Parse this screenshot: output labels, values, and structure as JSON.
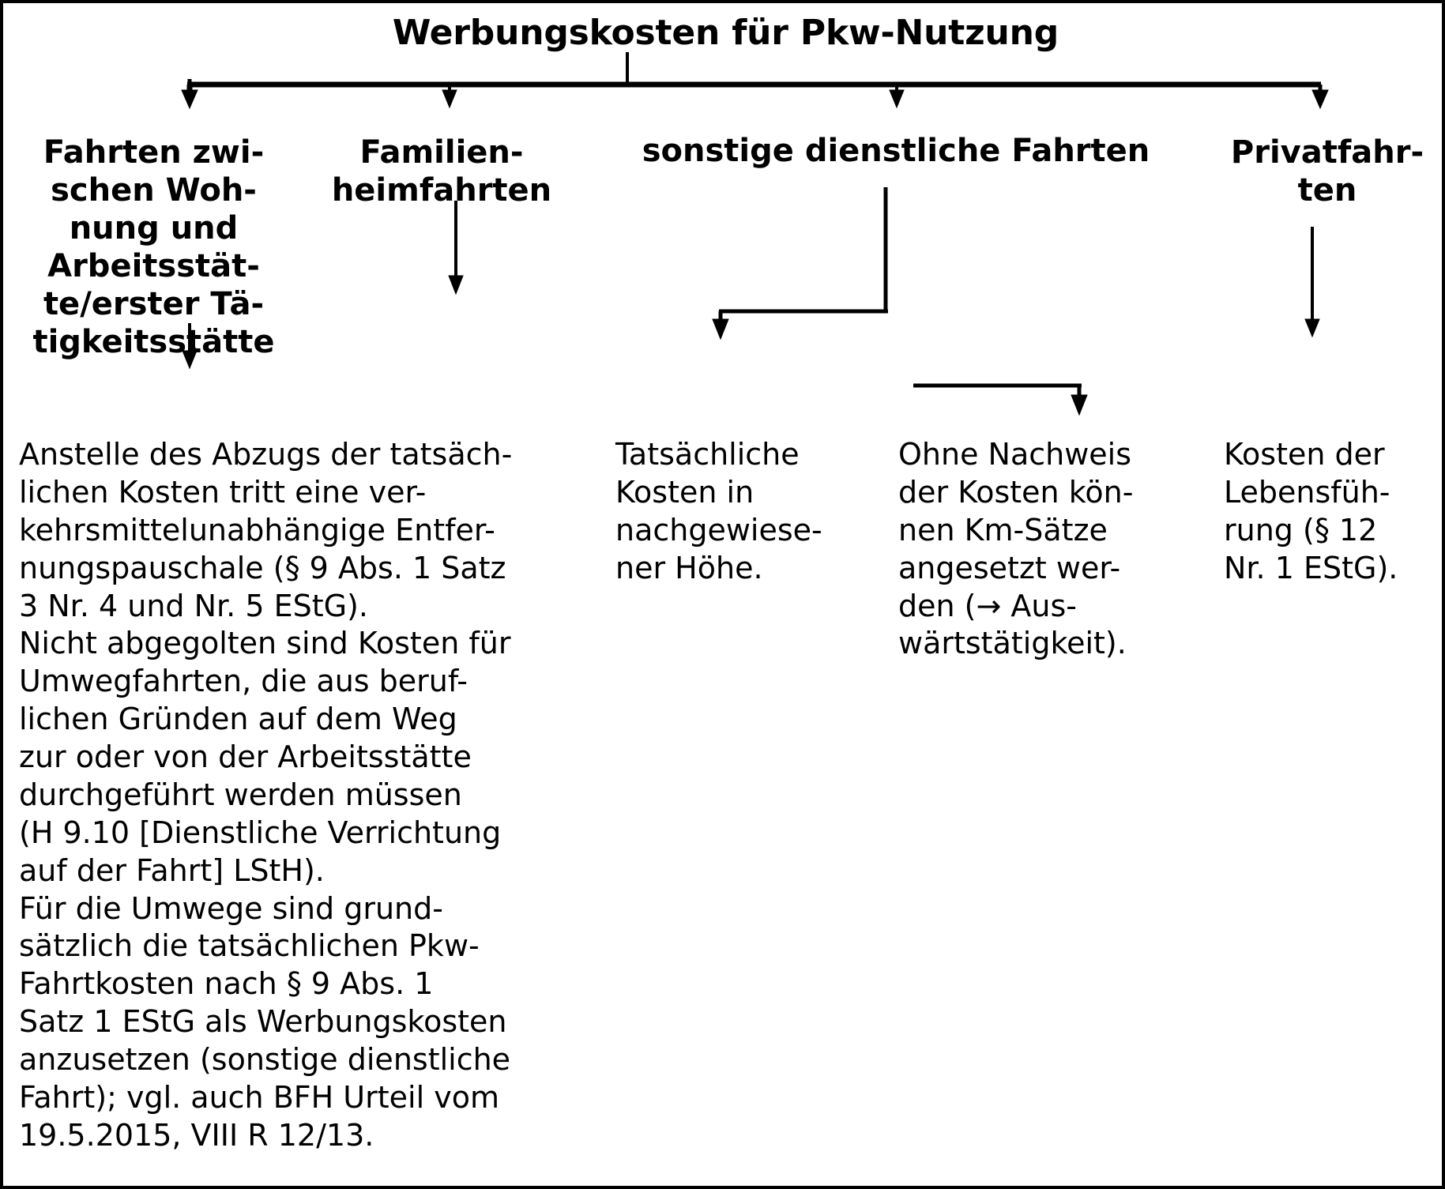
{
  "diagram": {
    "type": "tree-flowchart",
    "title": "Werbungskosten für Pkw-Nutzung",
    "branches": [
      {
        "id": "fahrten-wohnung-arbeitsstaette",
        "heading": "Fahrten zwi-\nschen Woh-\nnung und\nArbeitsstät-\nte/erster Tä-\ntigkeitsstätte",
        "body": "Anstelle des Abzugs der tatsäch-\nlichen Kosten tritt eine ver-\nkehrsmittelunabhängige Entfer-\nnungspauschale (§ 9 Abs. 1 Satz\n3 Nr. 4 und Nr. 5 EStG).\nNicht abgegolten sind Kosten für\nUmwegfahrten, die aus beruf-\nlichen Gründen auf dem Weg\nzur oder von der Arbeitsstätte\ndurchgeführt werden müssen\n(H 9.10 [Dienstliche Verrichtung\nauf der Fahrt] LStH).\nFür die Umwege sind grund-\nsätzlich die tatsächlichen Pkw-\nFahrtkosten nach § 9 Abs. 1\nSatz 1 EStG als Werbungskosten\nanzusetzen (sonstige dienstliche\nFahrt); vgl. auch BFH Urteil vom\n19.5.2015, VIII R 12/13."
      },
      {
        "id": "familienheimfahrten",
        "heading": "Familien-\nheimfahrten",
        "body": ""
      },
      {
        "id": "sonstige-dienstliche-fahrten",
        "heading": "sonstige dienstliche Fahrten",
        "children": [
          {
            "id": "tatsaechliche-kosten",
            "body": "Tatsächliche\nKosten in\nnachgewiese-\nner Höhe."
          },
          {
            "id": "ohne-nachweis",
            "body": "Ohne Nachweis\nder Kosten kön-\nnen Km-Sätze\nangesetzt wer-\nden (→ Aus-\nwärtstätigkeit)."
          }
        ]
      },
      {
        "id": "privatfahrten",
        "heading": "Privatfahr-\nten",
        "body": "Kosten der\nLebensfüh-\nrung (§ 12\nNr. 1 EStG)."
      }
    ],
    "colors": {
      "line": "#000000",
      "text": "#000000",
      "background": "#ffffff",
      "border": "#000000"
    }
  }
}
